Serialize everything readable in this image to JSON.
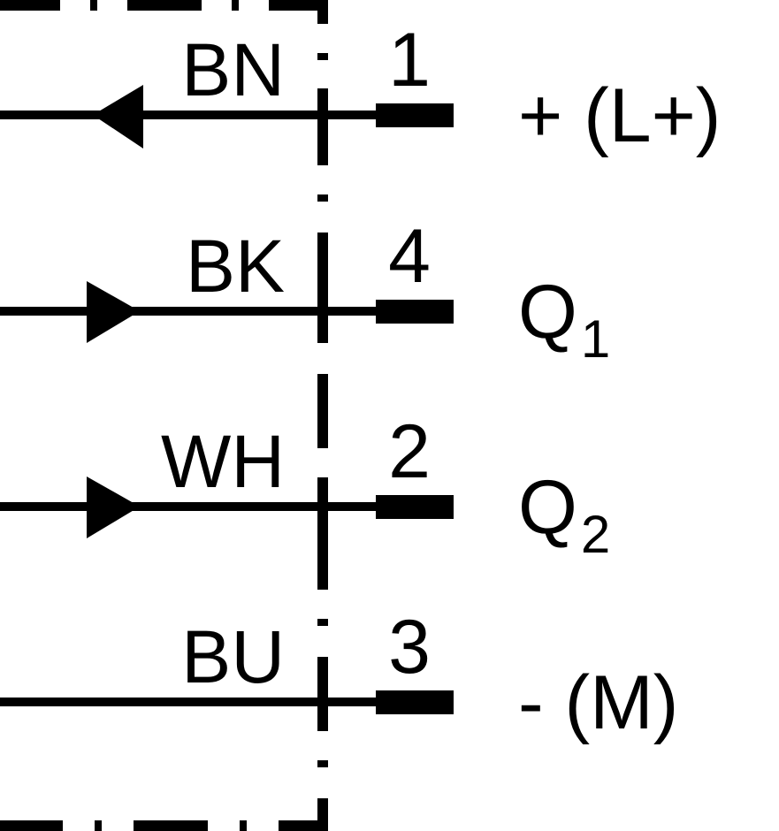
{
  "colors": {
    "line": "#000000",
    "background": "#ffffff"
  },
  "pins": [
    {
      "wire_color": "BN",
      "pin_number": "1",
      "signal": "+ (L+)",
      "signal_sub": "",
      "arrow": "in"
    },
    {
      "wire_color": "BK",
      "pin_number": "4",
      "signal": "Q",
      "signal_sub": "1",
      "arrow": "out"
    },
    {
      "wire_color": "WH",
      "pin_number": "2",
      "signal": "Q",
      "signal_sub": "2",
      "arrow": "out"
    },
    {
      "wire_color": "BU",
      "pin_number": "3",
      "signal": "- (M)",
      "signal_sub": "",
      "arrow": "none"
    }
  ]
}
